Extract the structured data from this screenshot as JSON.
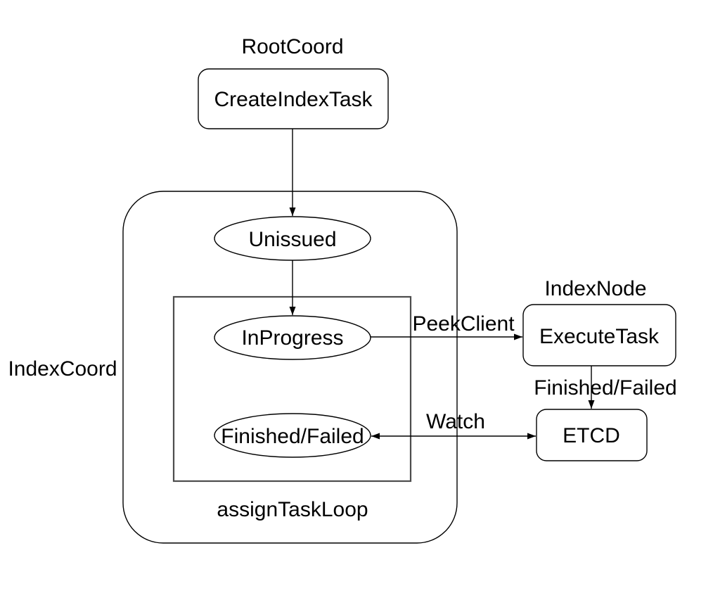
{
  "diagram": {
    "colors": {
      "background": "#ffffff",
      "line": "#000000",
      "text": "#000000",
      "shape_fill": "#ffffff",
      "inner_box_stroke": "#4d4d4d"
    },
    "group_labels": {
      "root_coord": "RootCoord",
      "index_coord": "IndexCoord",
      "index_node": "IndexNode",
      "assign_task_loop": "assignTaskLoop"
    },
    "nodes": {
      "create_index_task": "CreateIndexTask",
      "unissued": "Unissued",
      "in_progress": "InProgress",
      "finished_failed": "Finished/Failed",
      "execute_task": "ExecuteTask",
      "etcd": "ETCD"
    },
    "edge_labels": {
      "peek_client": "PeekClient",
      "finished_failed": "Finished/Failed",
      "watch": "Watch"
    }
  }
}
